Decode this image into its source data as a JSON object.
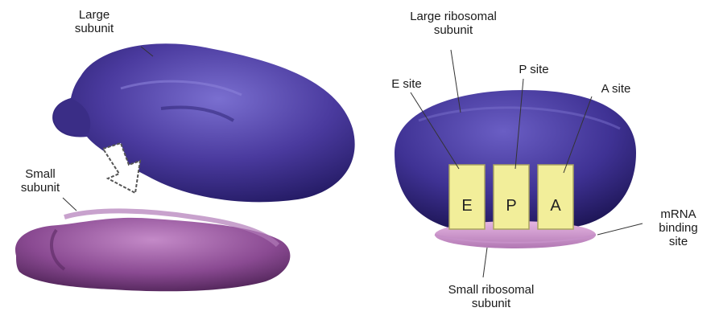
{
  "left_panel": {
    "large_subunit_label": [
      "Large",
      "subunit"
    ],
    "small_subunit_label": [
      "Small",
      "subunit"
    ]
  },
  "right_panel": {
    "large_ribosomal_label": [
      "Large ribosomal",
      "subunit"
    ],
    "e_site_label": "E site",
    "p_site_label": "P site",
    "a_site_label": "A site",
    "mrna_label": [
      "mRNA",
      "binding",
      "site"
    ],
    "small_ribosomal_label": [
      "Small ribosomal",
      "subunit"
    ],
    "site_letters": [
      "E",
      "P",
      "A"
    ]
  },
  "colors": {
    "large_subunit": "#4a3a9e",
    "small_subunit": "#8a4a92",
    "site_block": "#f2ee9a",
    "mrna_band": "#d49ad2"
  }
}
